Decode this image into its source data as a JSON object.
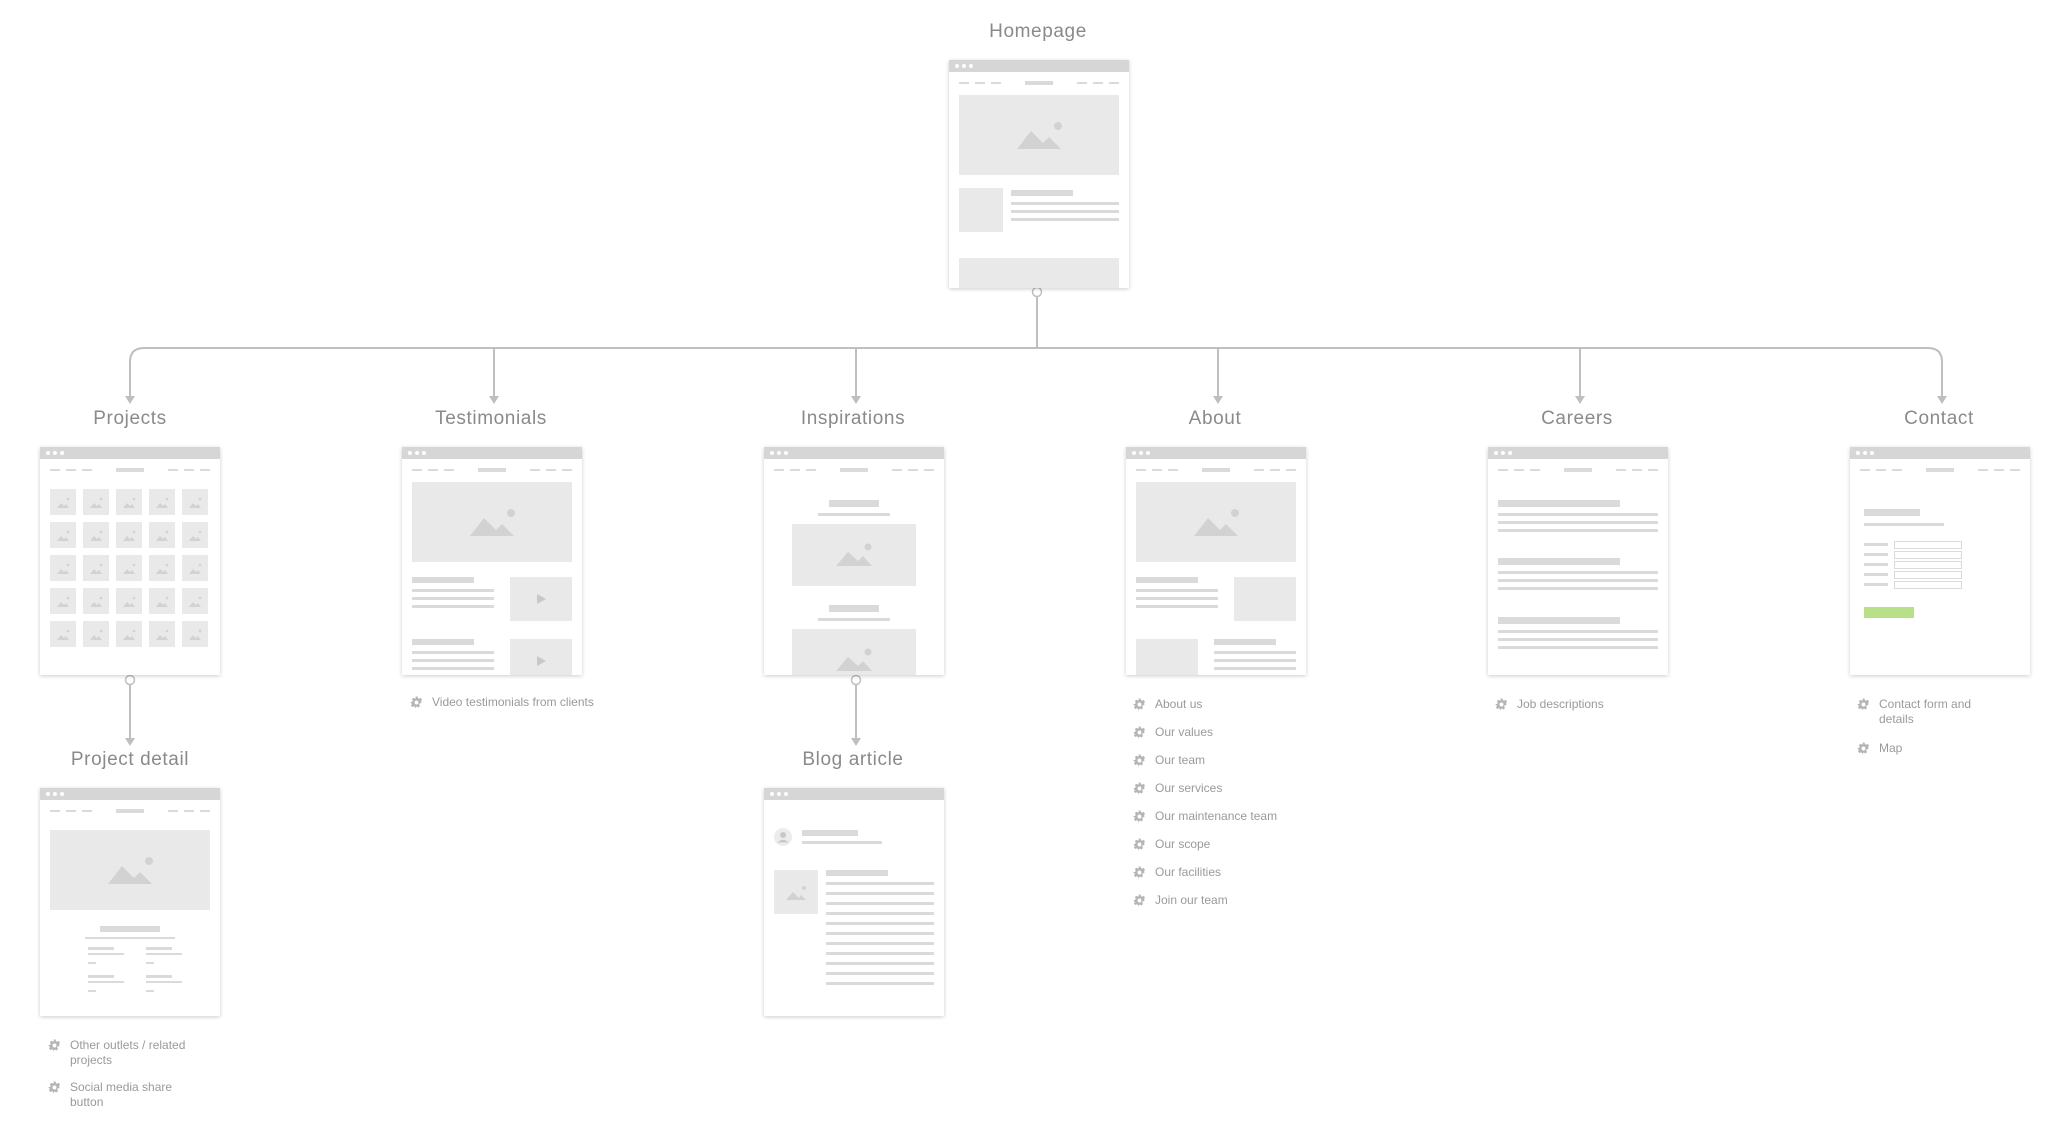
{
  "colors": {
    "line": "#bfbfbf",
    "wire": "#dadada",
    "image_fill": "#e9e9e9",
    "accent": "#b8e088",
    "text": "#8a8a8a"
  },
  "icons": {
    "note_bullet": "gear-icon",
    "image_placeholder": "mountain-image-icon",
    "video": "play-icon",
    "avatar": "user-icon"
  },
  "pages": {
    "homepage": {
      "title": "Homepage"
    },
    "projects": {
      "title": "Projects"
    },
    "testimonials": {
      "title": "Testimonials",
      "notes": [
        "Video testimonials from clients"
      ]
    },
    "inspirations": {
      "title": "Inspirations"
    },
    "about": {
      "title": "About",
      "notes": [
        "About us",
        "Our values",
        "Our team",
        "Our services",
        "Our maintenance team",
        "Our scope",
        "Our facilities",
        "Join our team"
      ]
    },
    "careers": {
      "title": "Careers",
      "notes": [
        "Job descriptions"
      ]
    },
    "contact": {
      "title": "Contact",
      "notes": [
        "Contact form and details",
        "Map"
      ]
    },
    "project_detail": {
      "title": "Project detail",
      "notes": [
        "Other outlets / related projects",
        "Social media share button"
      ]
    },
    "blog_article": {
      "title": "Blog article"
    }
  }
}
